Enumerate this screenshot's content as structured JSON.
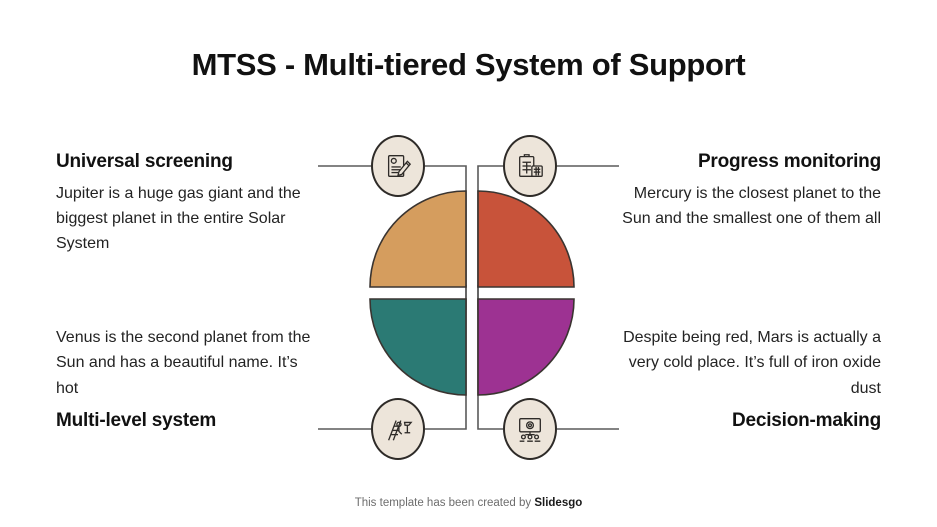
{
  "slide": {
    "title": "MTSS - Multi-tiered System of Support"
  },
  "quadrants": [
    {
      "id": "universal-screening",
      "position": "top-left",
      "heading": "Universal screening",
      "body": "Jupiter is a huge gas giant and the biggest planet in the entire Solar System",
      "color": "#D59D5E",
      "icon": "document-pencil-icon"
    },
    {
      "id": "progress-monitoring",
      "position": "top-right",
      "heading": "Progress monitoring",
      "body": "Mercury is the closest planet to the Sun and the smallest one of them all",
      "color": "#C8533A",
      "icon": "clipboard-calculator-icon"
    },
    {
      "id": "multi-level-system",
      "position": "bottom-left",
      "heading": "Multi-level system",
      "body": "Venus is the second planet from the Sun and has a beautiful name. It’s hot",
      "color": "#2B7A74",
      "icon": "person-ladder-icon"
    },
    {
      "id": "decision-making",
      "position": "bottom-right",
      "heading": "Decision-making",
      "body": "Despite being red, Mars is actually a very cold place. It’s full of iron oxide dust",
      "color": "#9D3292",
      "icon": "monitor-gear-icon"
    }
  ],
  "icon_bubble": {
    "fill": "#EDE5DA",
    "stroke": "#2e2b28"
  },
  "connectors": {
    "stroke": "#5a5a5a"
  },
  "footer": {
    "prefix": "This template has been created by ",
    "brand": "Slidesgo"
  }
}
